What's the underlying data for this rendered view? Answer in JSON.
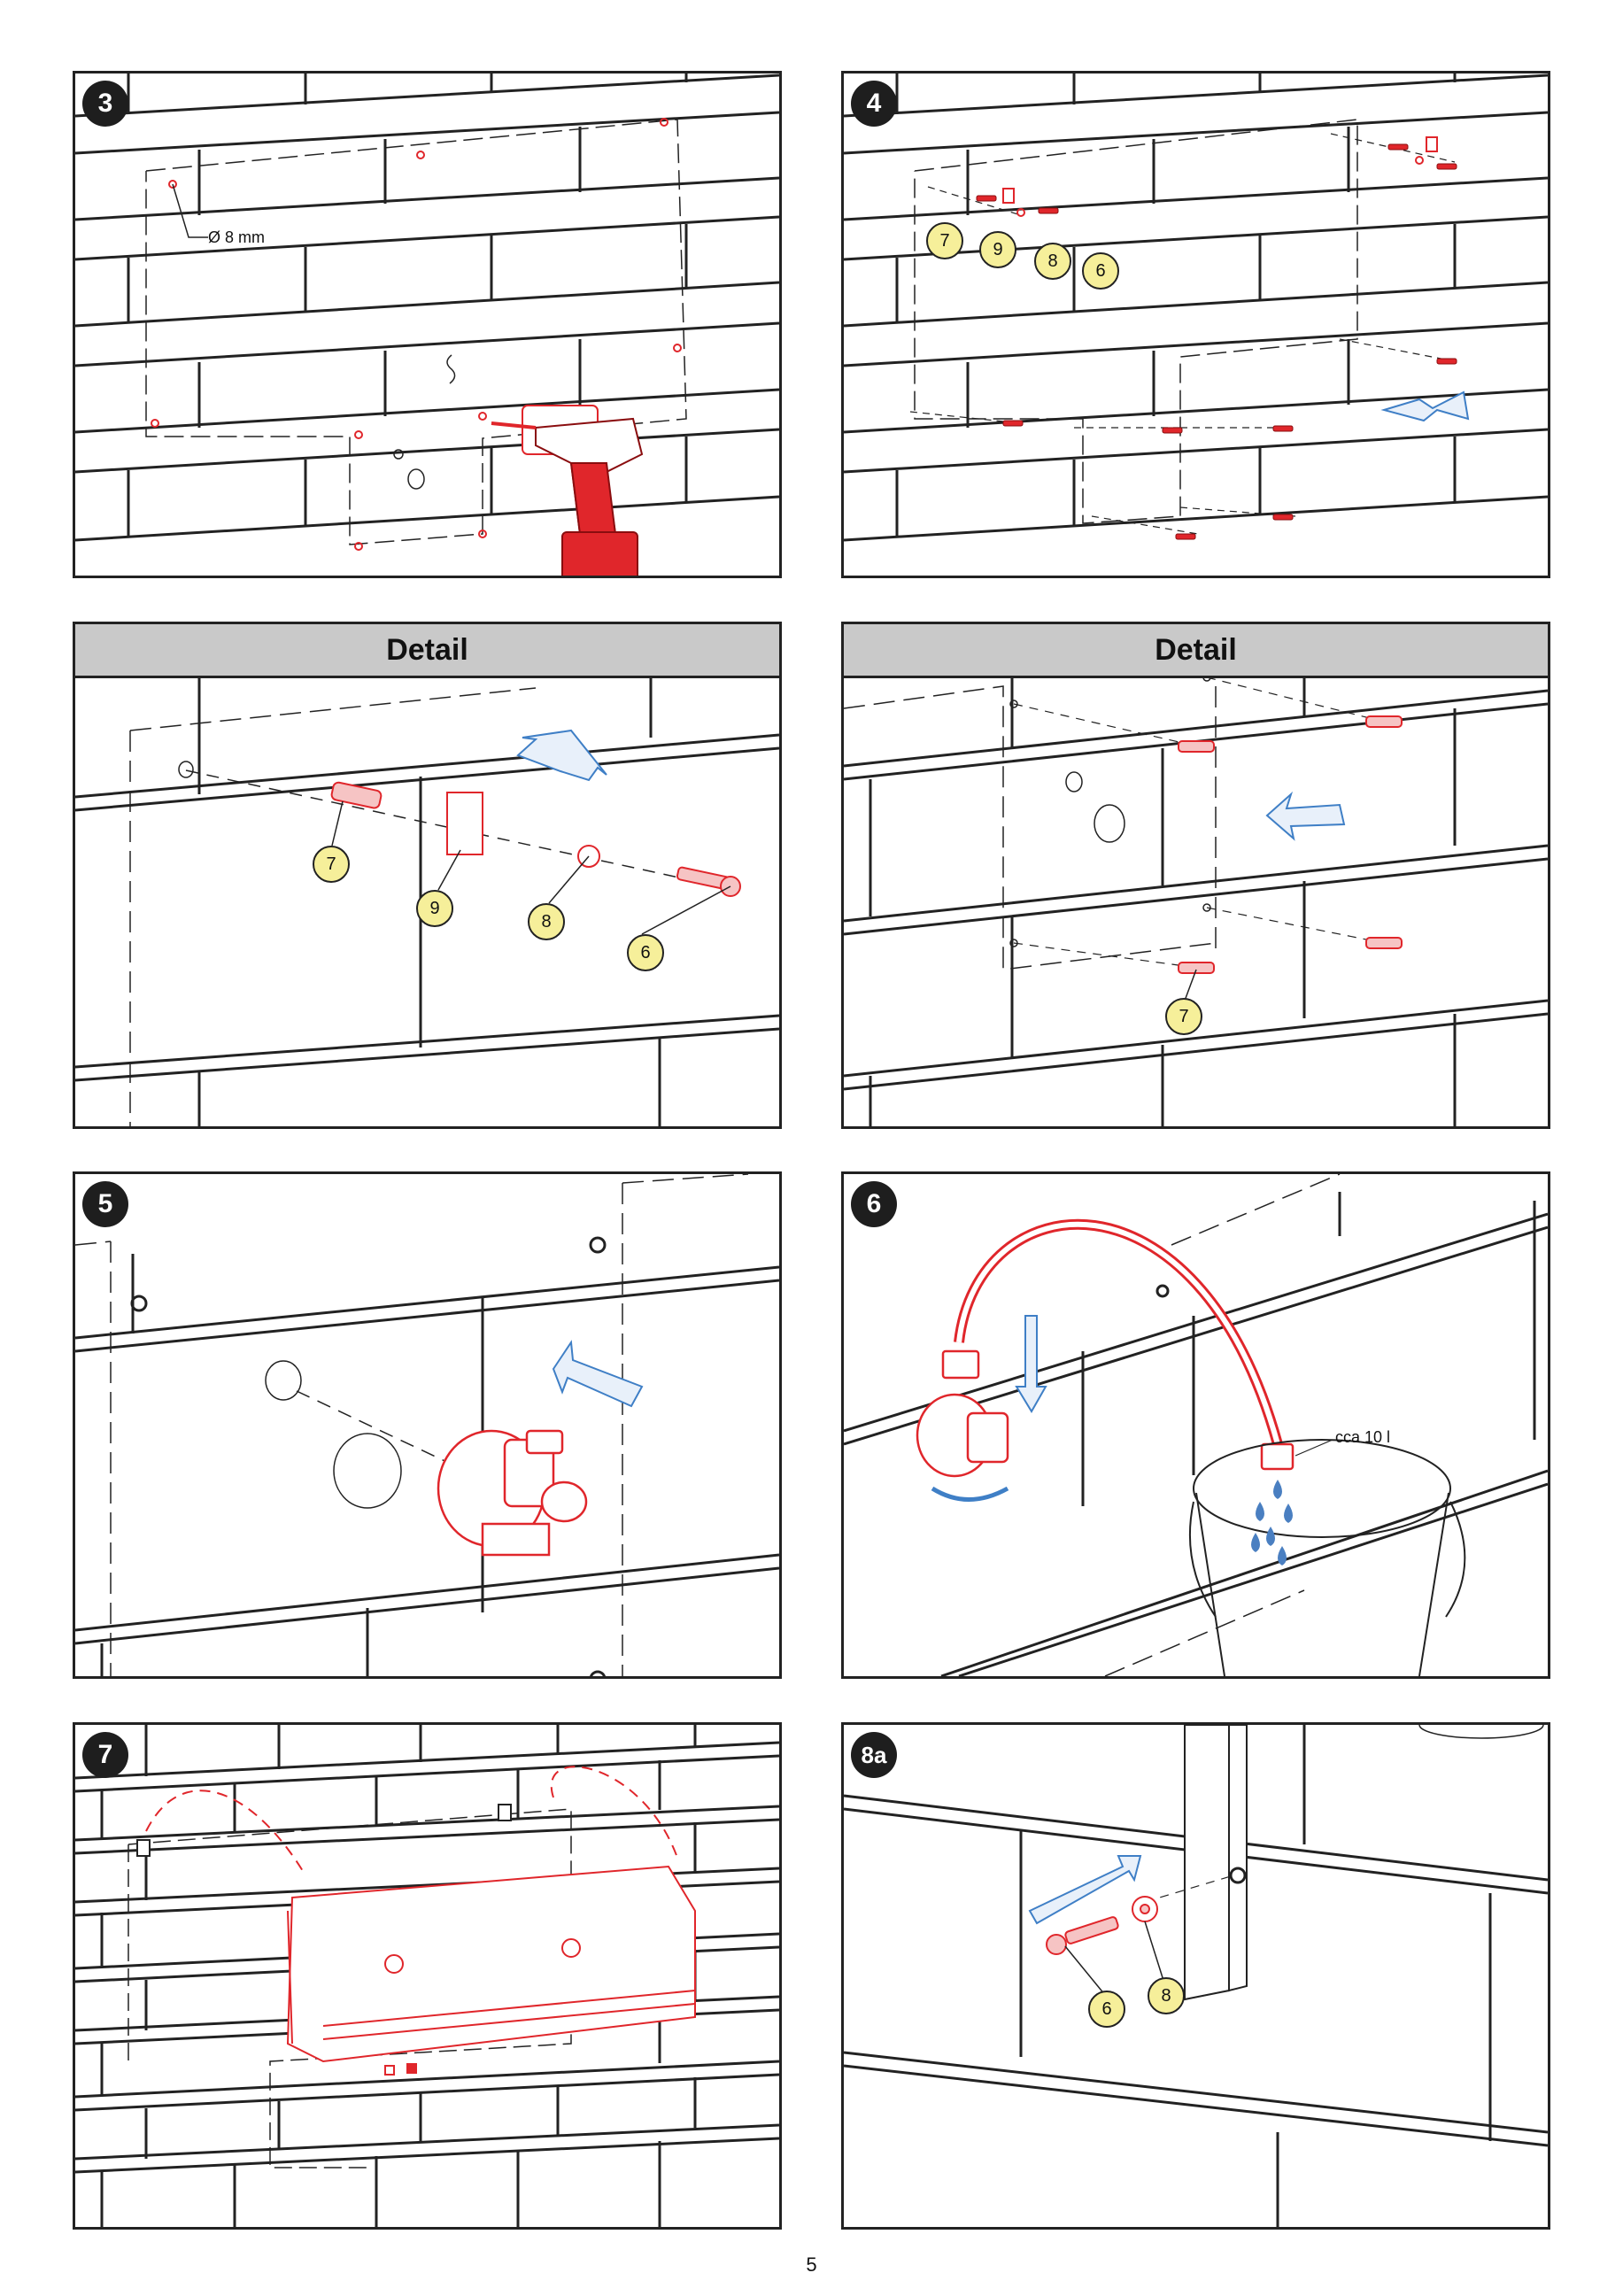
{
  "steps": {
    "s3": {
      "badge": "3",
      "drill_note": "Ø 8 mm"
    },
    "s4": {
      "badge": "4",
      "callouts": {
        "c7": "7",
        "c9": "9",
        "c8": "8",
        "c6": "6"
      }
    },
    "d1": {
      "title": "Detail",
      "callouts": {
        "c7": "7",
        "c9": "9",
        "c8": "8",
        "c6": "6"
      }
    },
    "d2": {
      "title": "Detail",
      "callouts": {
        "c7": "7"
      }
    },
    "s5": {
      "badge": "5"
    },
    "s6": {
      "badge": "6",
      "volume_note": "cca 10 l"
    },
    "s7": {
      "badge": "7"
    },
    "s8a": {
      "badge": "8a",
      "callouts": {
        "c6": "6",
        "c8": "8"
      }
    }
  },
  "colors": {
    "line": "#222222",
    "part": "#e0262b",
    "arrow": "#3f7fc6",
    "callout": "#f6ef9a",
    "header": "#c9c9c9"
  },
  "page_number": "5"
}
